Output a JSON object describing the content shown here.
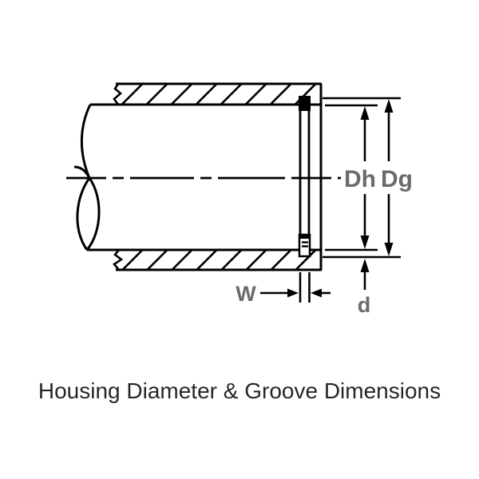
{
  "diagram": {
    "caption": "Housing Diameter & Groove Dimensions",
    "labels": {
      "housing_diameter": "Dh",
      "groove_diameter": "Dg",
      "groove_width": "W",
      "groove_depth": "d"
    },
    "colors": {
      "line": "#000000",
      "dimension_label": "#6b6b6b",
      "caption": "#262626",
      "background": "#ffffff"
    }
  }
}
